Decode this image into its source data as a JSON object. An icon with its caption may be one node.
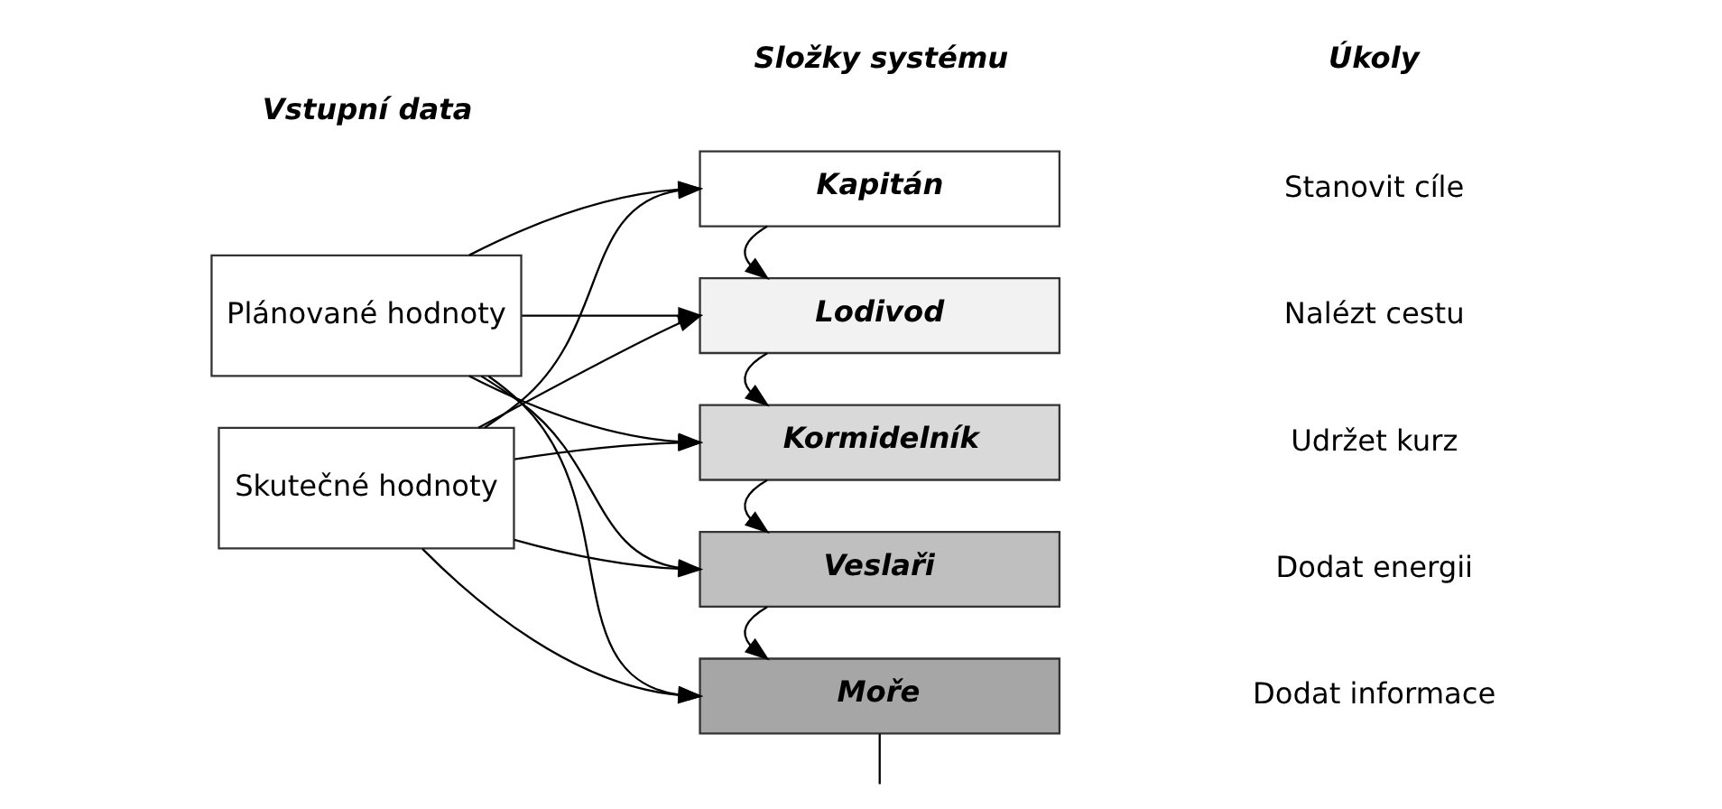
{
  "diagram": {
    "nodes": [
      {
        "text": [
          "Plánované hodnoty"
        ]
      },
      {
        "text": [
          "Skutečné hodnoty"
        ]
      },
      {
        "text": [
          "Kapitán"
        ]
      },
      {
        "text": [
          "Lodivod"
        ]
      },
      {
        "text": [
          "Kormidelník"
        ]
      },
      {
        "text": [
          "Veslaři"
        ]
      },
      {
        "text": [
          "Moře"
        ]
      }
    ],
    "edges": [
      {
        "from": 0,
        "to": 2,
        "arrow": "to"
      },
      {
        "from": 0,
        "to": 3,
        "arrow": "to"
      },
      {
        "from": 0,
        "to": 4,
        "arrow": "to"
      },
      {
        "from": 0,
        "to": 5,
        "arrow": "to"
      },
      {
        "from": 0,
        "to": 6,
        "arrow": "to"
      },
      {
        "from": 1,
        "to": 2,
        "arrow": "to"
      },
      {
        "from": 1,
        "to": 3,
        "arrow": "to"
      },
      {
        "from": 1,
        "to": 4,
        "arrow": "to"
      },
      {
        "from": 1,
        "to": 5,
        "arrow": "to"
      },
      {
        "from": 1,
        "to": 6,
        "arrow": "to"
      },
      {
        "from": 2,
        "to": 3,
        "arrow": "to"
      },
      {
        "from": 3,
        "to": 4,
        "arrow": "to"
      },
      {
        "from": 4,
        "to": 5,
        "arrow": "to"
      },
      {
        "from": 5,
        "to": 6,
        "arrow": "to"
      },
      {
        "from": 6,
        "to": null,
        "arrow": "none"
      }
    ],
    "labels": [
      "Vstupní data",
      "Složky systému",
      "Úkoly",
      "Stanovit cíle",
      "Nalézt cestu",
      "Udržet kurz",
      "Dodat energii",
      "Dodat informace"
    ]
  }
}
